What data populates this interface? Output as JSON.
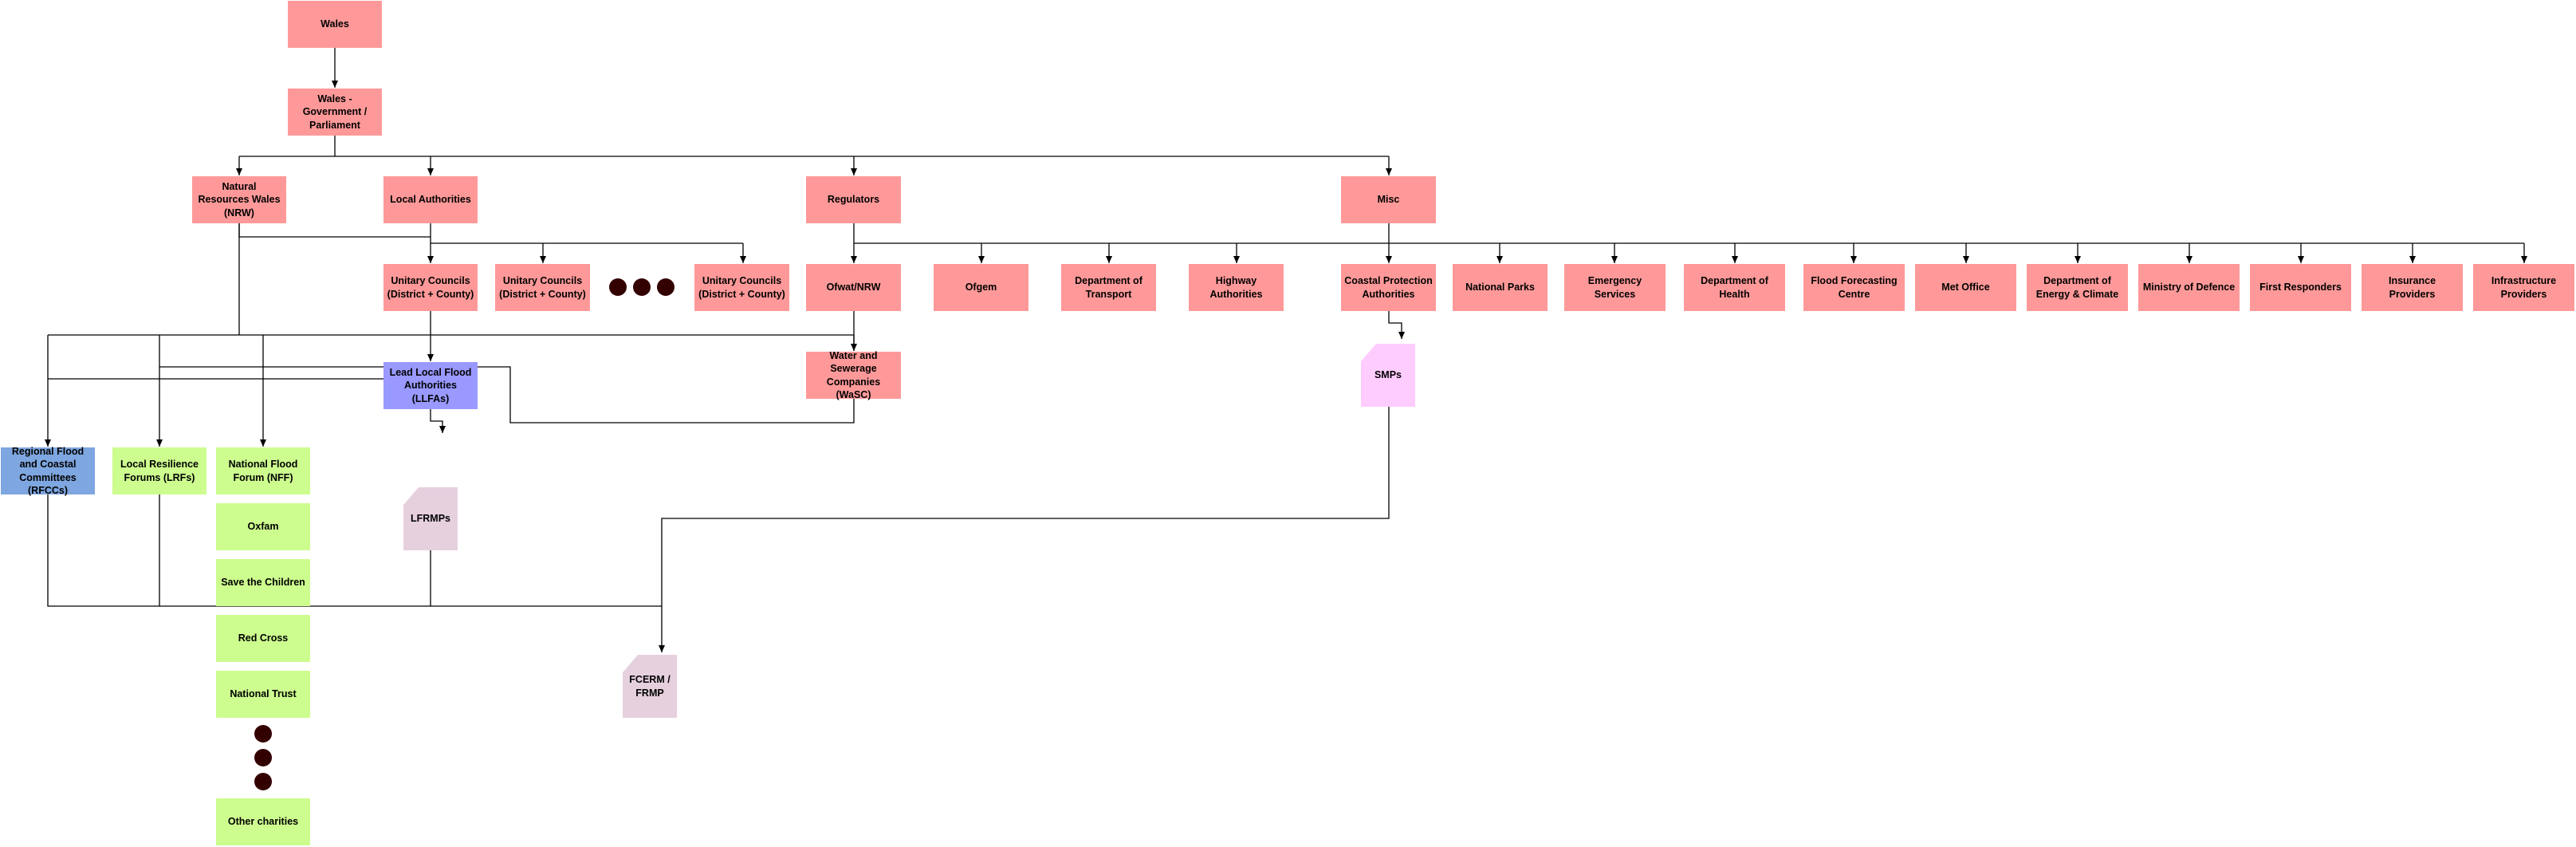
{
  "colors": {
    "gov": "#ff9999",
    "blue": "#7ea6e0",
    "purple": "#9999ff",
    "green": "#cdfc8f",
    "doc_mauve": "#e6d0de",
    "doc_pink": "#ffccff",
    "dot": "#330000",
    "line": "#000000"
  },
  "nodes": {
    "wales": "Wales",
    "wales_gov": "Wales - Government / Parliament",
    "nrw": "Natural Resources Wales (NRW)",
    "local_authorities": "Local Authorities",
    "regulators": "Regulators",
    "misc": "Misc",
    "unitary_1": "Unitary Councils (District + County)",
    "unitary_2": "Unitary Councils (District + County)",
    "unitary_3": "Unitary Councils (District + County)",
    "ofwat": "Ofwat/NRW",
    "ofgem": "Ofgem",
    "dft": "Department of Transport",
    "highway": "Highway Authorities",
    "coastal": "Coastal Protection Authorities",
    "national_parks": "National Parks",
    "emergency": "Emergency Services",
    "health": "Department of Health",
    "flood_forecasting": "Flood Forecasting Centre",
    "met_office": "Met Office",
    "energy": "Department of Energy & Climate",
    "defence": "Ministry of Defence",
    "first_responders": "First Responders",
    "insurance": "Insurance Providers",
    "infrastructure": "Infrastructure Providers",
    "wasc": "Water and Sewerage Companies (WaSC)",
    "smps": "SMPs",
    "llfa": "Lead Local Flood Authorities (LLFAs)",
    "lfrmps": "LFRMPs",
    "rfcc": "Regional Flood and Coastal Committees (RFCCs)",
    "lrf": "Local Resilience Forums (LRFs)",
    "nff": "National Flood Forum (NFF)",
    "oxfam": "Oxfam",
    "save_children": "Save the Children",
    "red_cross": "Red Cross",
    "national_trust": "National Trust",
    "other_charities": "Other charities",
    "fcerm": "FCERM / FRMP"
  }
}
